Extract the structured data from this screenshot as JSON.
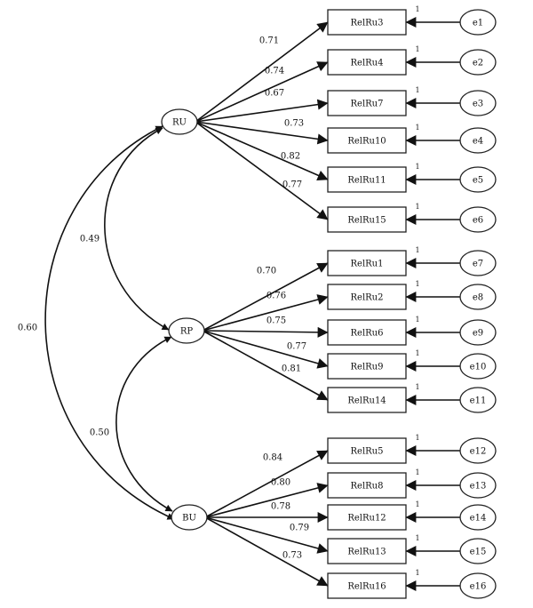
{
  "latents": [
    {
      "id": "RU",
      "label": "RU"
    },
    {
      "id": "RP",
      "label": "RP"
    },
    {
      "id": "BU",
      "label": "BU"
    }
  ],
  "indicators": [
    {
      "label": "RelRu3",
      "factor": "RU",
      "loading": "0.71",
      "error": "e1",
      "fixed": "1"
    },
    {
      "label": "RelRu4",
      "factor": "RU",
      "loading": "0.74",
      "error": "e2",
      "fixed": "1"
    },
    {
      "label": "RelRu7",
      "factor": "RU",
      "loading": "0.67",
      "error": "e3",
      "fixed": "1"
    },
    {
      "label": "RelRu10",
      "factor": "RU",
      "loading": "0.73",
      "error": "e4",
      "fixed": "1"
    },
    {
      "label": "RelRu11",
      "factor": "RU",
      "loading": "0.82",
      "error": "e5",
      "fixed": "1"
    },
    {
      "label": "RelRu15",
      "factor": "RU",
      "loading": "0.77",
      "error": "e6",
      "fixed": "1"
    },
    {
      "label": "RelRu1",
      "factor": "RP",
      "loading": "0.70",
      "error": "e7",
      "fixed": "1"
    },
    {
      "label": "RelRu2",
      "factor": "RP",
      "loading": "0.76",
      "error": "e8",
      "fixed": "1"
    },
    {
      "label": "RelRu6",
      "factor": "RP",
      "loading": "0.75",
      "error": "e9",
      "fixed": "1"
    },
    {
      "label": "RelRu9",
      "factor": "RP",
      "loading": "0.77",
      "error": "e10",
      "fixed": "1"
    },
    {
      "label": "RelRu14",
      "factor": "RP",
      "loading": "0.81",
      "error": "e11",
      "fixed": "1"
    },
    {
      "label": "RelRu5",
      "factor": "BU",
      "loading": "0.84",
      "error": "e12",
      "fixed": "1"
    },
    {
      "label": "RelRu8",
      "factor": "BU",
      "loading": "0.80",
      "error": "e13",
      "fixed": "1"
    },
    {
      "label": "RelRu12",
      "factor": "BU",
      "loading": "0.78",
      "error": "e14",
      "fixed": "1"
    },
    {
      "label": "RelRu13",
      "factor": "BU",
      "loading": "0.79",
      "error": "e15",
      "fixed": "1"
    },
    {
      "label": "RelRu16",
      "factor": "BU",
      "loading": "0.73",
      "error": "e16",
      "fixed": "1"
    }
  ],
  "correlations": [
    {
      "from": "RU",
      "to": "RP",
      "value": "0.49"
    },
    {
      "from": "RP",
      "to": "BU",
      "value": "0.50"
    },
    {
      "from": "RU",
      "to": "BU",
      "value": "0.60"
    }
  ]
}
